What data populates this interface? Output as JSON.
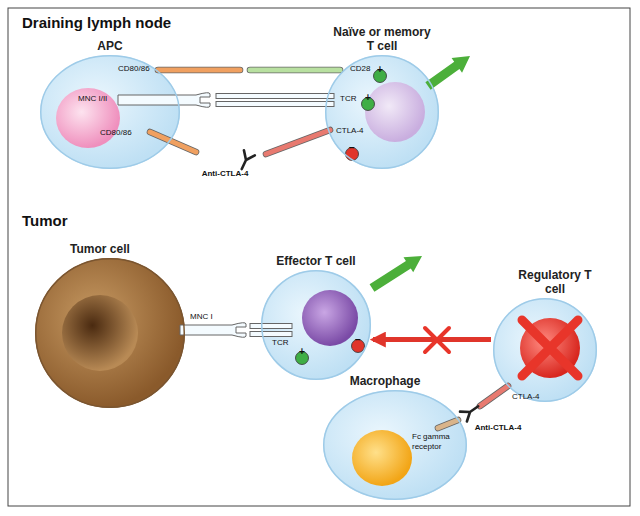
{
  "diagram": {
    "nodes": [
      {
        "text": [
          "APC"
        ]
      },
      {
        "text": [
          "Naïve or memory T cell"
        ]
      },
      {
        "text": [
          "Tumor cell"
        ]
      },
      {
        "text": [
          "Effector T cell"
        ]
      },
      {
        "text": [
          "Regulatory T cell"
        ]
      },
      {
        "text": [
          "Macrophage"
        ]
      }
    ],
    "edges": [
      {
        "from": 4,
        "to": 3,
        "arrow": "to"
      }
    ],
    "labels": [
      "Draining lymph node",
      "CD80/86",
      "CD28",
      "+",
      "MNC I/II",
      "TCR",
      "+",
      "CD80/86",
      "CTLA-4",
      "−",
      "Anti-CTLA-4",
      "Tumor",
      "MNC I",
      "TCR",
      "+",
      "−",
      "CTLA-4",
      "Anti-CTLA-4",
      "Fc gamma receptor"
    ]
  }
}
